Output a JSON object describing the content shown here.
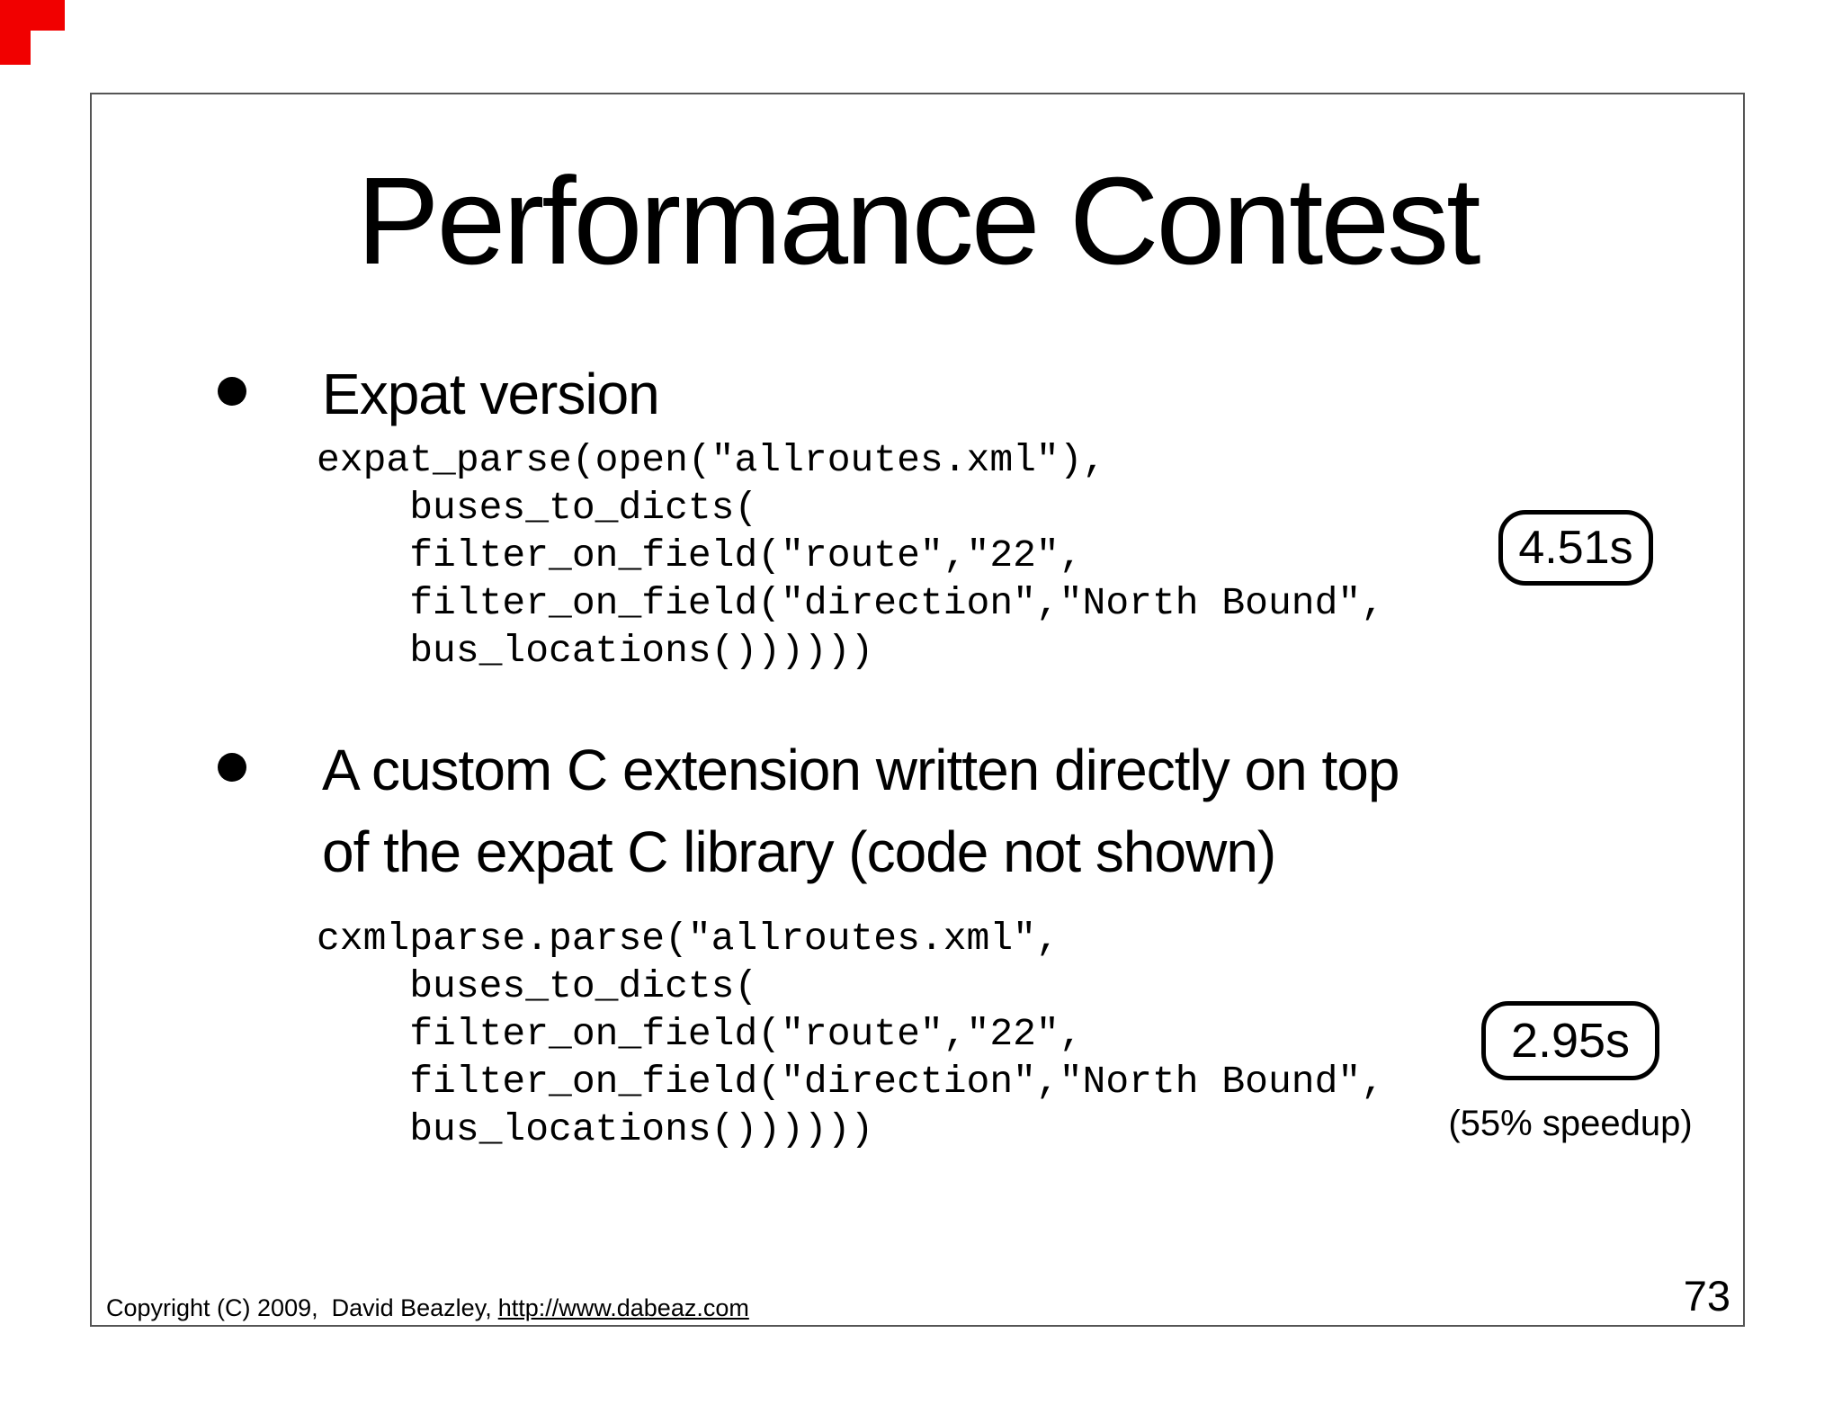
{
  "colors": {
    "artifact_red": "#f10000",
    "slide_border": "#555555",
    "text": "#000000"
  },
  "slide": {
    "title": "Performance Contest",
    "page_number": "73",
    "bullet1": {
      "label": "Expat version",
      "code": "expat_parse(open(\"allroutes.xml\"),\n    buses_to_dicts(\n    filter_on_field(\"route\",\"22\",\n    filter_on_field(\"direction\",\"North Bound\",\n    bus_locations())))))",
      "badge": "4.51s"
    },
    "bullet2": {
      "label": "A custom C extension written directly on top\nof the expat C library (code not shown)",
      "code": "cxmlparse.parse(\"allroutes.xml\",\n    buses_to_dicts(\n    filter_on_field(\"route\",\"22\",\n    filter_on_field(\"direction\",\"North Bound\",\n    bus_locations())))))",
      "badge": "2.95s",
      "badge_note": "(55% speedup)"
    },
    "footer": {
      "copyright": "Copyright (C) 2009,  David Beazley,",
      "link": "http://www.dabeaz.com"
    }
  }
}
